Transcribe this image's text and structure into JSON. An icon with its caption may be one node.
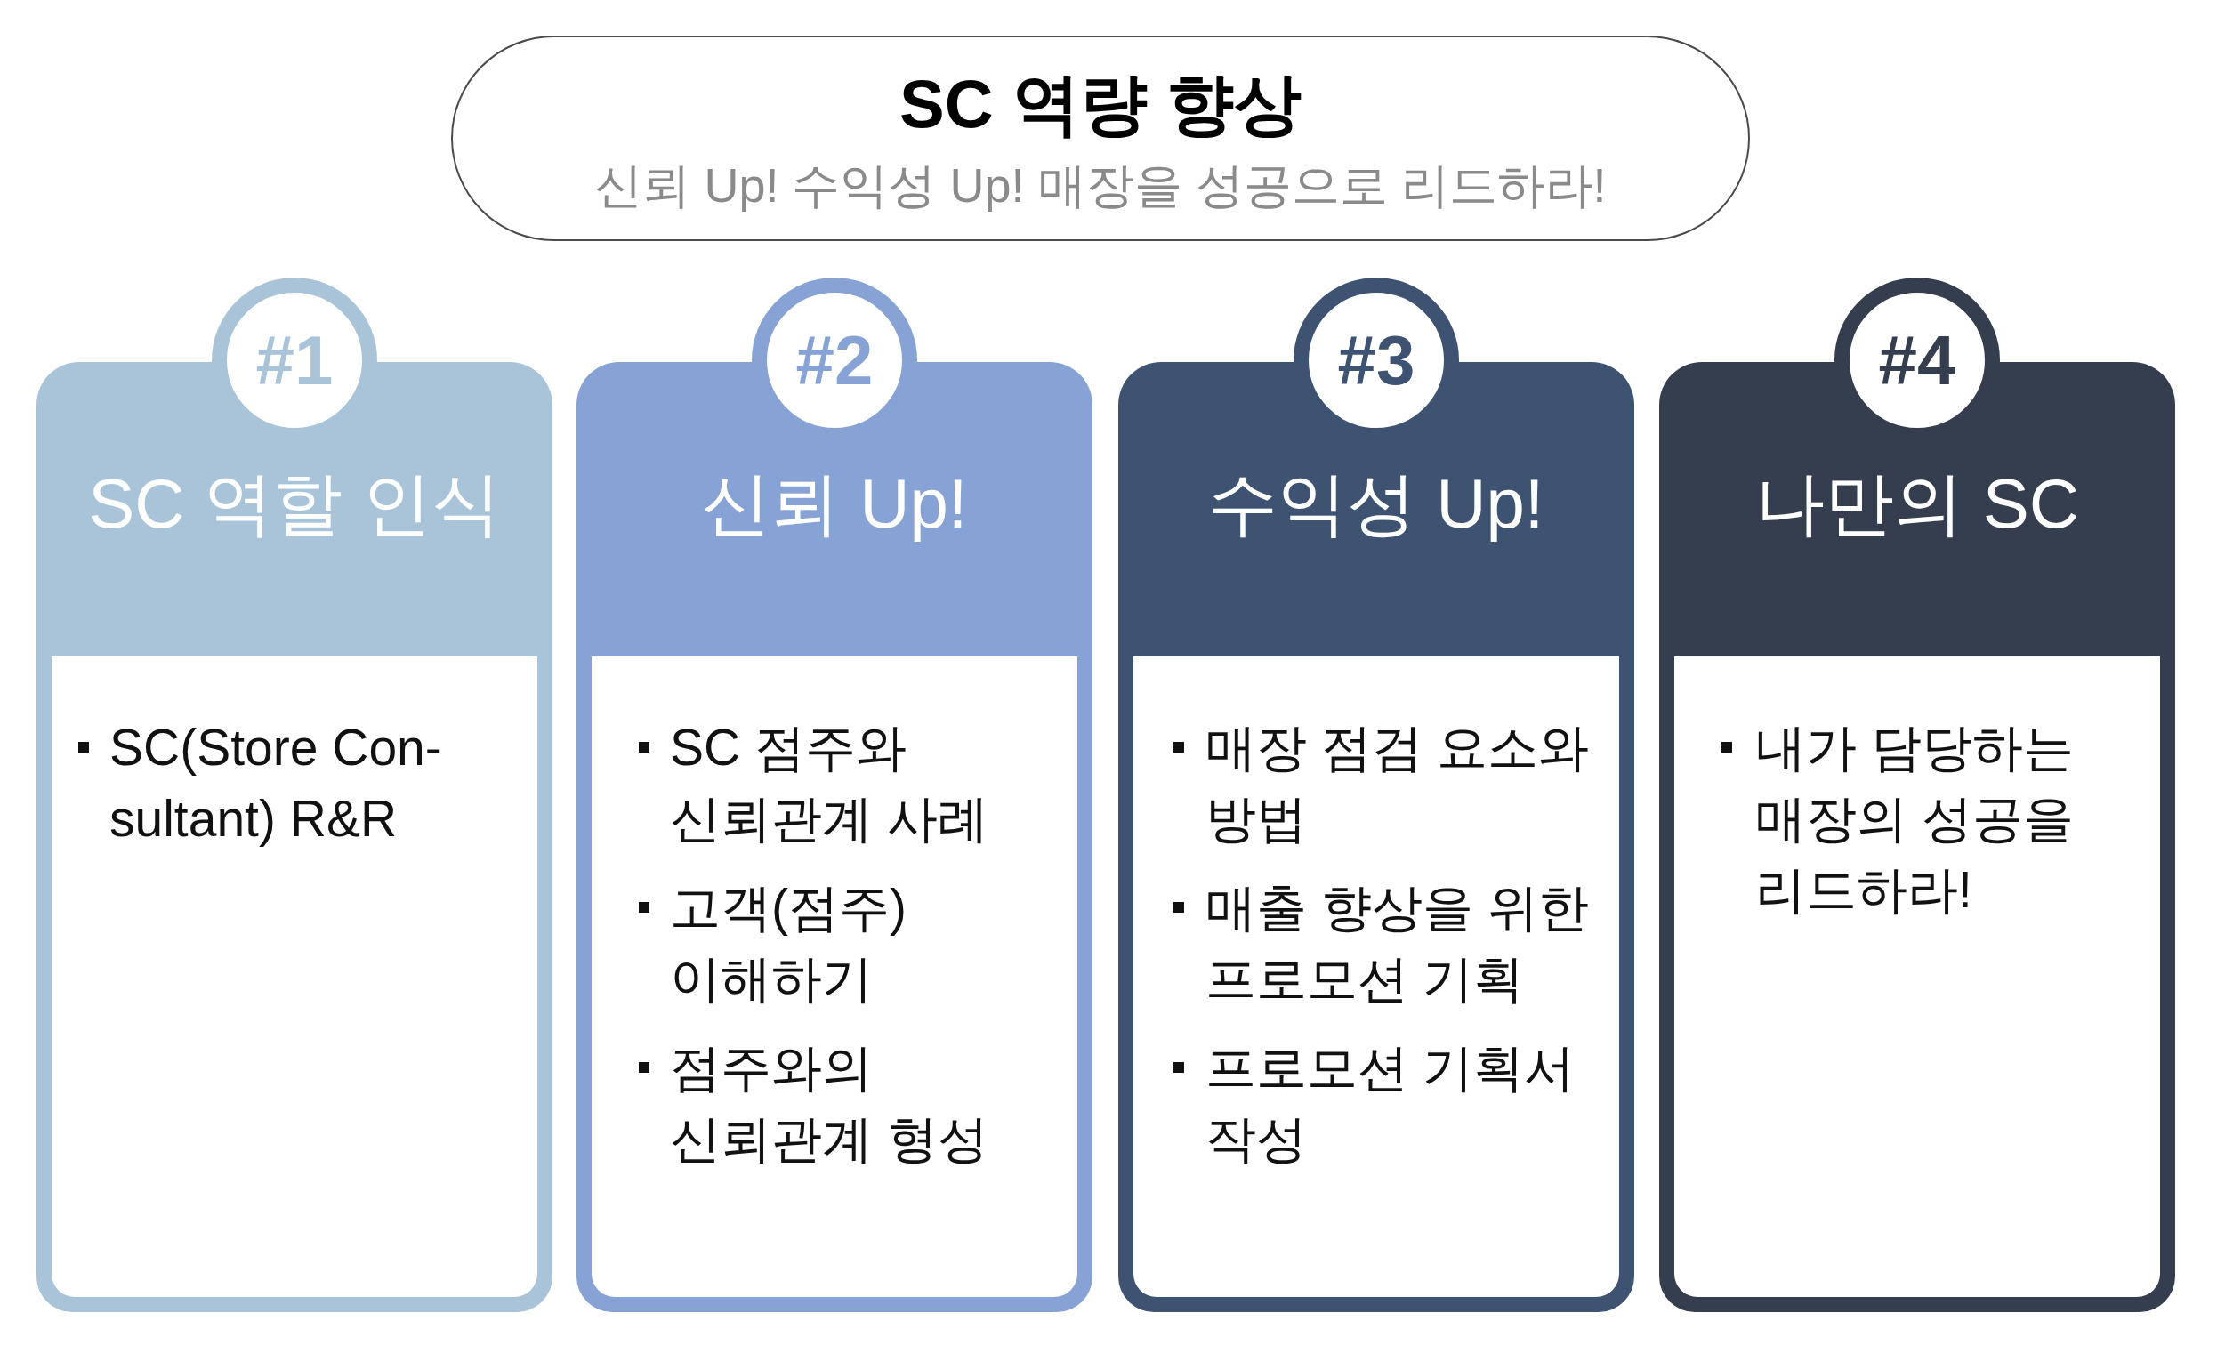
{
  "diagram": {
    "nodes": [
      {
        "text": [
          "SC 역량 향상",
          "신뢰 Up! 수익성 Up! 매장을 성공으로 리드하라!"
        ]
      },
      {
        "text": [
          "#1"
        ]
      },
      {
        "text": [
          "SC 역할 인식"
        ]
      },
      {
        "text": [
          "SC(Store Con- sultant) R&R"
        ],
        "in": 2
      },
      {
        "text": [
          "#2"
        ]
      },
      {
        "text": [
          "신뢰 Up!"
        ]
      },
      {
        "text": [
          "SC 점주와 신뢰관계 사례",
          "고객(점주) 이해하기",
          "점주와의 신뢰관계 형성"
        ],
        "in": 5
      },
      {
        "text": [
          "#3"
        ]
      },
      {
        "text": [
          "수익성 Up!"
        ]
      },
      {
        "text": [
          "매장 점검 요소와 방법",
          "매출 향상을 위한 프로모션 기획",
          "프로모션 기획서 작성"
        ],
        "in": 8
      },
      {
        "text": [
          "#4"
        ]
      },
      {
        "text": [
          "나만의 SC"
        ]
      },
      {
        "text": [
          "내가 담당하는 매장의 성공을 리드하라!"
        ],
        "in": 11
      }
    ]
  }
}
